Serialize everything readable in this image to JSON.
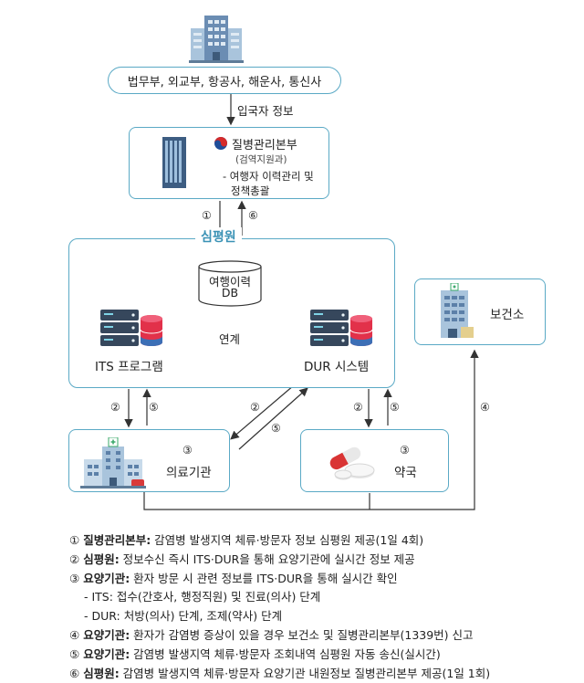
{
  "top_source": "법무부, 외교부, 항공사, 해운사, 통신사",
  "entry_info": "입국자 정보",
  "kdca": {
    "name": "질병관리본부",
    "sub": "(검역지원과)",
    "role_line1": "- 여행자 이력관리 및",
    "role_line2": "정책총괄"
  },
  "hira": {
    "label": "심평원",
    "db_line1": "여행이력",
    "db_line2": "DB",
    "its": "ITS 프로그램",
    "dur": "DUR 시스템",
    "link": "연계"
  },
  "health_center": "보건소",
  "hospital": {
    "num": "③",
    "label": "의료기관"
  },
  "pharmacy": {
    "num": "③",
    "label": "약국"
  },
  "arrow_labels": {
    "n1": "①",
    "n6": "⑥",
    "n2a": "②",
    "n5a": "⑤",
    "n2b": "②",
    "n5b": "⑤",
    "n2c": "②",
    "n5c": "⑤",
    "n4": "④"
  },
  "legend": [
    {
      "num": "①",
      "head": "질병관리본부:",
      "text": " 감염병 발생지역 체류·방문자 정보 심평원 제공(1일 4회)"
    },
    {
      "num": "②",
      "head": "심평원:",
      "text": " 정보수신 즉시 ITS·DUR을 통해 요양기관에 실시간 정보 제공"
    },
    {
      "num": "③",
      "head": "요양기관:",
      "text": " 환자 방문 시 관련 정보를 ITS·DUR을 통해 실시간 확인"
    },
    {
      "sub": "- ITS: 접수(간호사, 행정직원) 및 진료(의사) 단계"
    },
    {
      "sub": "- DUR: 처방(의사) 단계, 조제(약사) 단계"
    },
    {
      "num": "④",
      "head": "요양기관:",
      "text": " 환자가 감염병 증상이 있을 경우 보건소 및 질병관리본부(1339번) 신고"
    },
    {
      "num": "⑤",
      "head": "요양기관:",
      "text": " 감염병 발생지역 체류·방문자 조회내역 심평원 자동 송신(실시간)"
    },
    {
      "num": "⑥",
      "head": "심평원:",
      "text": " 감염병 발생지역 체류·방문자 요양기관 내원정보 질병관리본부 제공(1일 1회)"
    }
  ]
}
